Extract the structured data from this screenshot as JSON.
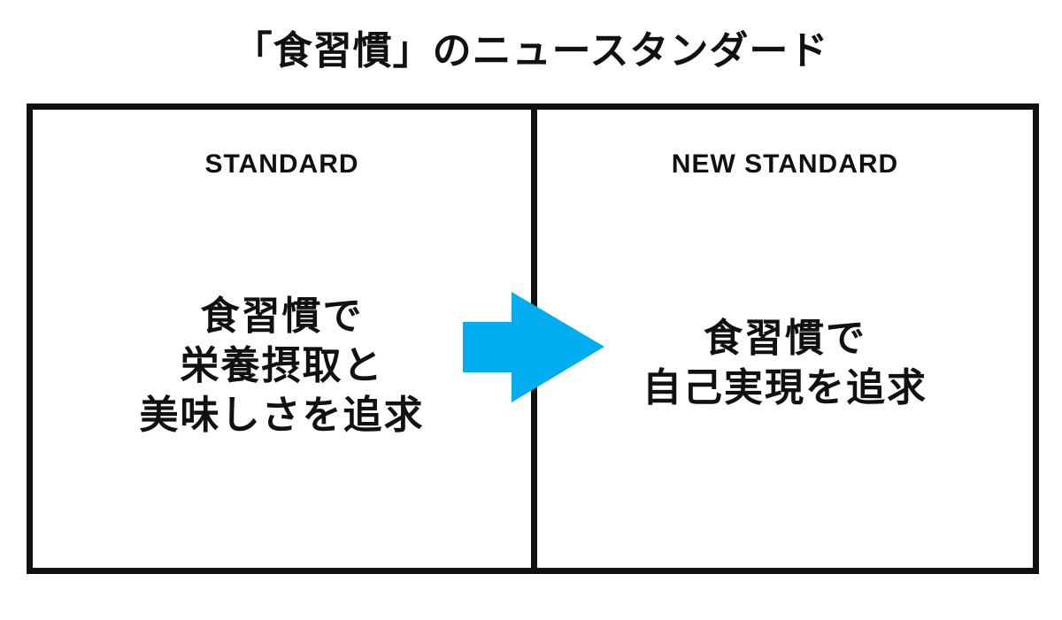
{
  "title": "「食習慣」のニュースタンダード",
  "left_panel": {
    "heading": "STANDARD",
    "lines": [
      "食習慣で",
      "栄養摂取と",
      "美味しさを追求"
    ]
  },
  "right_panel": {
    "heading": "NEW STANDARD",
    "lines": [
      "食習慣で",
      "自己実現を追求"
    ]
  },
  "arrow": {
    "icon": "right-arrow-icon",
    "color": "#00AEEF"
  },
  "colors": {
    "border": "#111111",
    "text": "#111111",
    "background": "#FFFFFF"
  }
}
